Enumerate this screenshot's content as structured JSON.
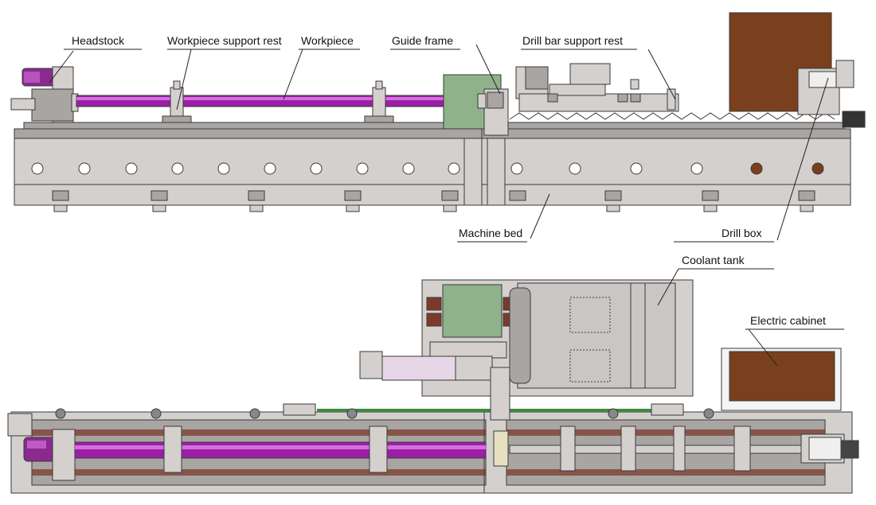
{
  "labels": {
    "headstock": "Headstock",
    "workpiece_support_rest": "Workpiece support rest",
    "workpiece": "Workpiece",
    "guide_frame": "Guide frame",
    "drill_bar_support_rest": "Drill bar support rest",
    "machine_bed": "Machine bed",
    "drill_box": "Drill box",
    "coolant_tank": "Coolant tank",
    "electric_cabinet": "Electric cabinet"
  },
  "colors": {
    "bed": "#d4d0ce",
    "bed_dark": "#a9a5a2",
    "line": "#3a3a3a",
    "workpiece": "#9b1fa6",
    "workpiece_light": "#d36fdc",
    "motor": "#8a2a8f",
    "green_panel": "#8fb28b",
    "brown": "#7a3f1c",
    "coolant_tank": "#c9c6c4",
    "green_rod": "#3d8a3d",
    "rail_brown": "#7b3b2c"
  }
}
